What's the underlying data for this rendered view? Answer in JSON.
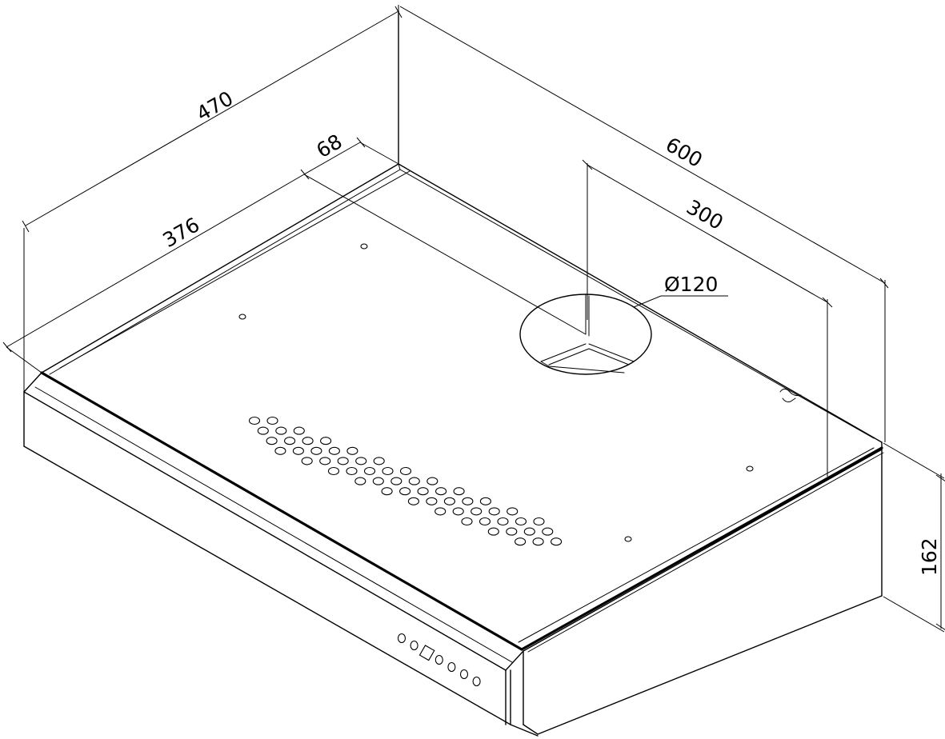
{
  "dimensions": {
    "depth": "470",
    "width": "600",
    "front_panel": "68",
    "back_to_duct_depth": "376",
    "duct_offset": "300",
    "duct_diameter": "Ø120",
    "height": "162"
  },
  "colors": {
    "line": "#000000",
    "background": "#ffffff"
  },
  "vent_rows": [
    2,
    3,
    4,
    5,
    5,
    5,
    5,
    5,
    5,
    5,
    5,
    4,
    3
  ],
  "control_buttons": 7
}
